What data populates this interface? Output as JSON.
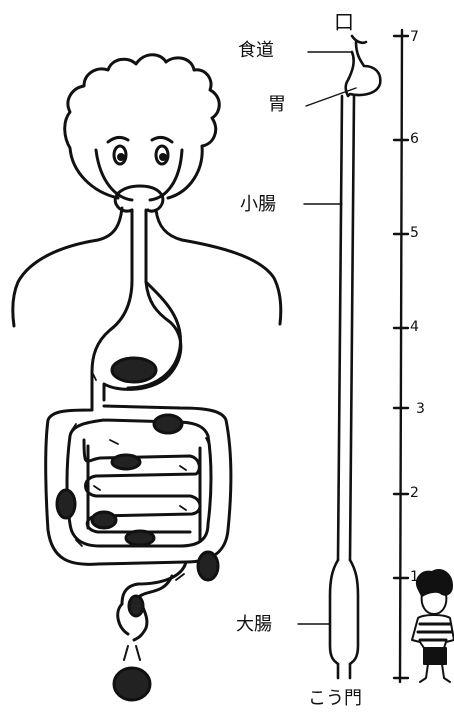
{
  "labels": {
    "mouth": "口",
    "esophagus": "食道",
    "stomach": "胃",
    "small_intestine": "小腸",
    "large_intestine": "大腸",
    "anus": "こう門"
  },
  "ruler": {
    "ticks": [
      "7",
      "6",
      "5",
      "4",
      "3",
      "2",
      "1"
    ]
  }
}
